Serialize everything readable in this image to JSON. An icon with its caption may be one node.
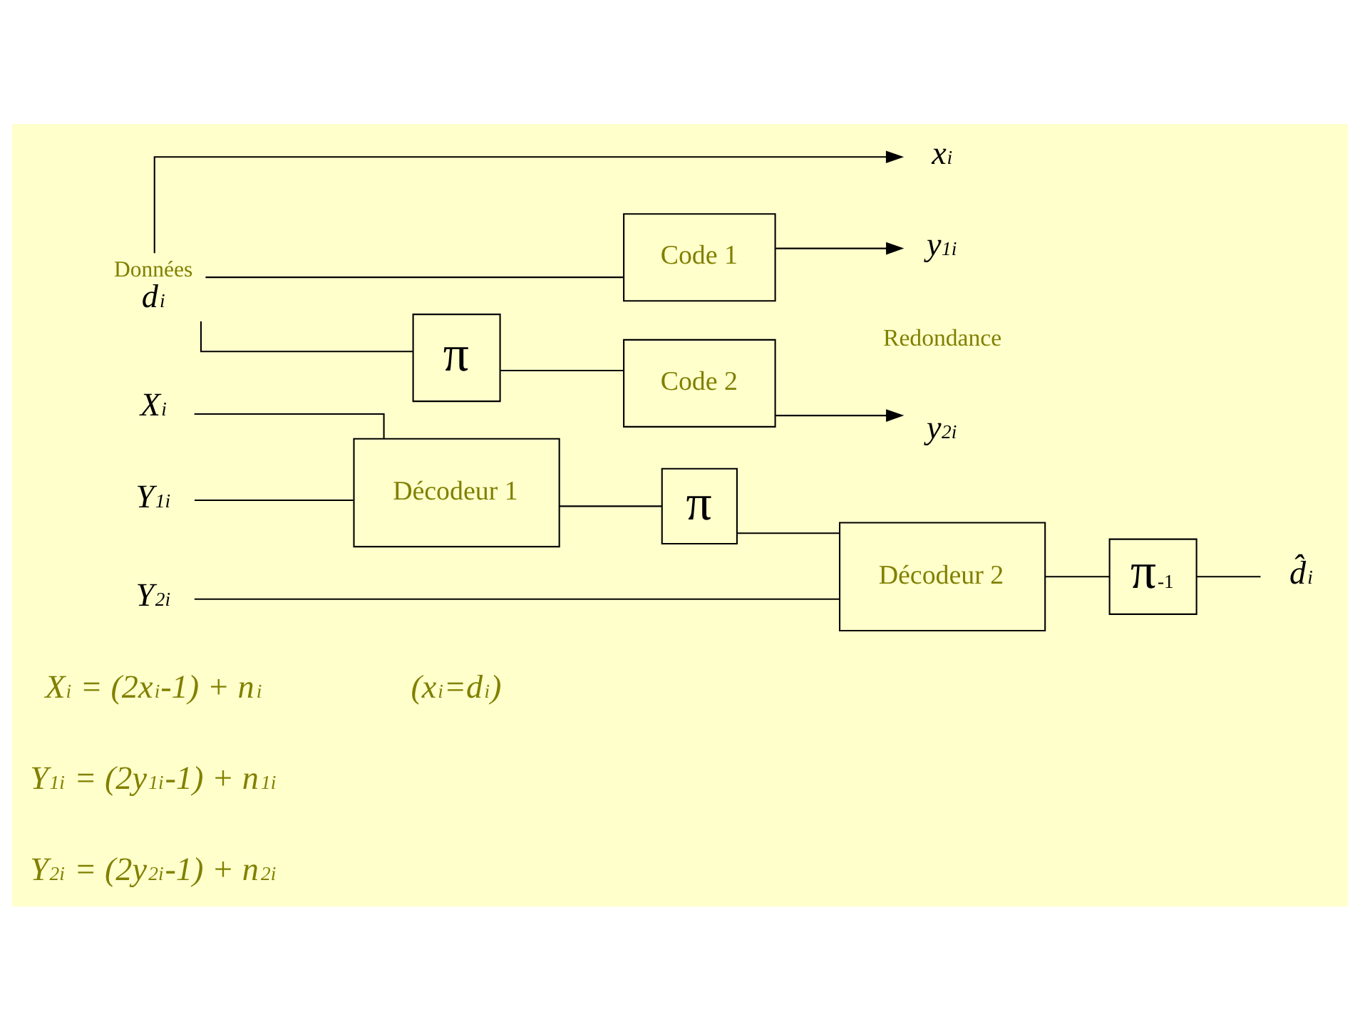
{
  "diagram": {
    "nodes": [
      {
        "text": [
          "d$_{i}$"
        ],
        "beside": [
          "Données"
        ]
      },
      {
        "text": [
          "Code 1"
        ]
      },
      {
        "text": [
          "π"
        ]
      },
      {
        "text": [
          "Code 2"
        ]
      },
      {
        "text": [
          "x$_{i}$"
        ]
      },
      {
        "text": [
          "y$_{1i}$"
        ]
      },
      {
        "text": [
          "y$_{2i}$"
        ]
      },
      {
        "text": [
          "X$_{i}$"
        ]
      },
      {
        "text": [
          "Y$_{1i}$"
        ]
      },
      {
        "text": [
          "Y$_{2i}$"
        ]
      },
      {
        "text": [
          "Décodeur 1"
        ]
      },
      {
        "text": [
          "π"
        ]
      },
      {
        "text": [
          "Décodeur 2"
        ]
      },
      {
        "text": [
          "π$^{-1}$"
        ]
      },
      {
        "text": [
          "d̂$_{i}$"
        ]
      }
    ],
    "edges": [
      {
        "from": 0,
        "to": 1,
        "arrow": "none"
      },
      {
        "from": 0,
        "to": 4,
        "arrow": "to"
      },
      {
        "from": 0,
        "to": 2,
        "arrow": "none"
      },
      {
        "from": 1,
        "to": 5,
        "arrow": "to"
      },
      {
        "from": 2,
        "to": 3,
        "arrow": "none"
      },
      {
        "from": 3,
        "to": 6,
        "arrow": "to"
      },
      {
        "from": 7,
        "to": 10,
        "arrow": "none"
      },
      {
        "from": 8,
        "to": 10,
        "arrow": "none"
      },
      {
        "from": 10,
        "to": 11,
        "arrow": "none"
      },
      {
        "from": 11,
        "to": 12,
        "arrow": "none"
      },
      {
        "from": 9,
        "to": 12,
        "arrow": "none"
      },
      {
        "from": 12,
        "to": 13,
        "arrow": "none"
      },
      {
        "from": 13,
        "to": 14,
        "arrow": "none"
      }
    ],
    "labels": [
      "Redondance",
      "X$_{i}$ = (2x$_{i}$-1) + n$_{i}$",
      "(x$_{i}$=d$_{i}$)",
      "Y$_{1i}$ = (2y$_{1i}$-1) + n$_{1i}$",
      "Y$_{2i}$ = (2y$_{2i}$-1) + n$_{2i}$"
    ]
  }
}
